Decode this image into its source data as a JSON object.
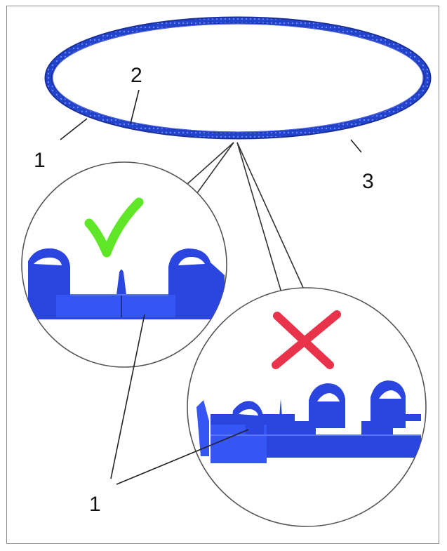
{
  "callouts": {
    "ring_left": "1",
    "ring_top": "2",
    "ring_right": "3",
    "detail_bottom": "1"
  },
  "colors": {
    "ring_blue": "#2244cc",
    "ring_dark": "#1a2f9a",
    "clip_blue": "#2a45e0",
    "check_green": "#5fe626",
    "cross_red": "#e8334a",
    "leader_line": "#222222"
  },
  "icons": {
    "correct": "check-icon",
    "incorrect": "cross-icon"
  }
}
